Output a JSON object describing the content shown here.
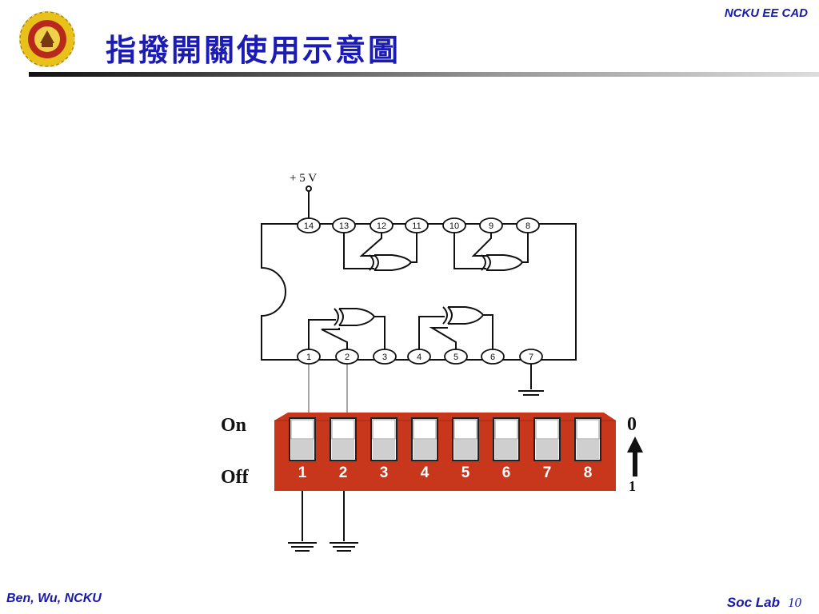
{
  "header": {
    "title": "指撥開關使用示意圖",
    "org": "NCKU EE CAD"
  },
  "footer": {
    "authors": "Ben, Wu, NCKU",
    "lab": "Soc Lab",
    "page": "10"
  },
  "diagram": {
    "supply_label": "+ 5 V",
    "top_pins": [
      "14",
      "13",
      "12",
      "11",
      "10",
      "9",
      "8"
    ],
    "bottom_pins": [
      "1",
      "2",
      "3",
      "4",
      "5",
      "6",
      "7"
    ],
    "on_label": "On",
    "off_label": "Off",
    "switch_numbers": [
      "1",
      "2",
      "3",
      "4",
      "5",
      "6",
      "7",
      "8"
    ],
    "arrow_top_label": "0",
    "arrow_bottom_label": "1",
    "colors": {
      "switch_body": "#c8361c",
      "title": "#1c1cb5",
      "footer": "#1a1aaa"
    }
  }
}
